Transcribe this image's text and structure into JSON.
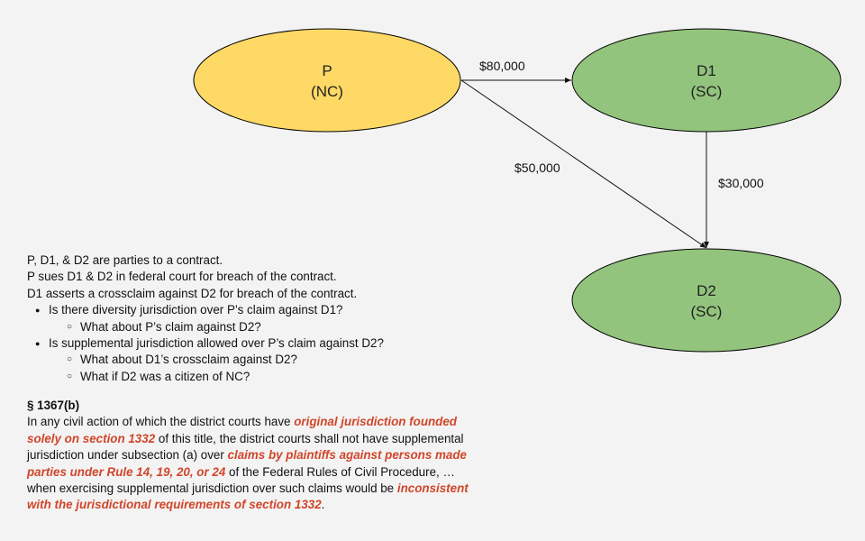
{
  "diagram": {
    "nodes": {
      "p": {
        "name": "P",
        "state": "(NC)",
        "color": "#ffd966"
      },
      "d1": {
        "name": "D1",
        "state": "(SC)",
        "color": "#93c47d"
      },
      "d2": {
        "name": "D2",
        "state": "(SC)",
        "color": "#93c47d"
      }
    },
    "edges": {
      "p_d1": "$80,000",
      "p_d2": "$50,000",
      "d1_d2": "$30,000"
    }
  },
  "facts": {
    "line1": "P, D1, & D2 are parties to a contract.",
    "line2": "P sues D1 & D2 in federal court for breach of the contract.",
    "line3": "D1 asserts a crossclaim against D2 for breach of the contract.",
    "q1": "Is there diversity jurisdiction over P’s claim against D1?",
    "q1a": "What about P’s claim against D2?",
    "q2": "Is supplemental jurisdiction allowed over P’s claim against D2?",
    "q2a": "What about D1’s crossclaim against D2?",
    "q2b": "What if D2 was a citizen of NC?"
  },
  "statute": {
    "heading": "§ 1367(b)",
    "t1": "In any civil action of which the district courts have ",
    "h1": "original jurisdiction founded solely on section 1332",
    "t2": " of this title, the district courts shall not have supplemental jurisdiction under subsection (a) over ",
    "h2": "claims by plaintiffs against persons made parties under Rule 14, 19, 20, or 24",
    "t3": " of the Federal Rules of Civil Procedure, … when exercising supplemental jurisdiction over such claims would be ",
    "h3": "inconsistent with the jurisdictional requirements of section 1332",
    "t4": "."
  }
}
